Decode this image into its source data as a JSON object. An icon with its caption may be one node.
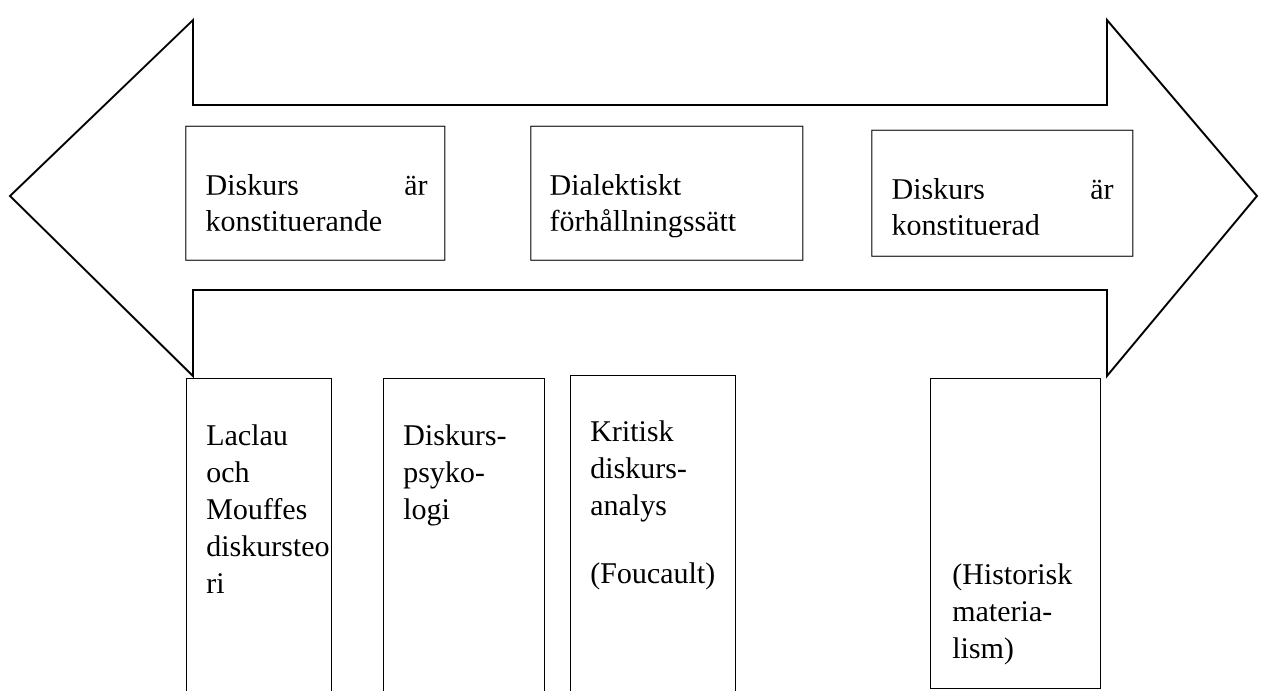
{
  "diagram": {
    "nodes": [
      {
        "text": [],
        "shape": "arrow"
      },
      {
        "text": [
          "Diskurs är konstituerande"
        ],
        "in": 0
      },
      {
        "text": [
          "Dialektiskt förhållningssätt"
        ],
        "in": 0
      },
      {
        "text": [
          "Diskurs är konstituerad"
        ],
        "in": 0
      },
      {
        "text": [
          "Laclau och Mouffes diskursteo ri"
        ]
      },
      {
        "text": [
          "Diskurs- psyko- logi"
        ]
      },
      {
        "text": [
          "Kritisk diskurs- analys",
          "(Foucault)"
        ]
      },
      {
        "text": [
          "(Historisk materia- lism)"
        ]
      }
    ],
    "edges": []
  }
}
